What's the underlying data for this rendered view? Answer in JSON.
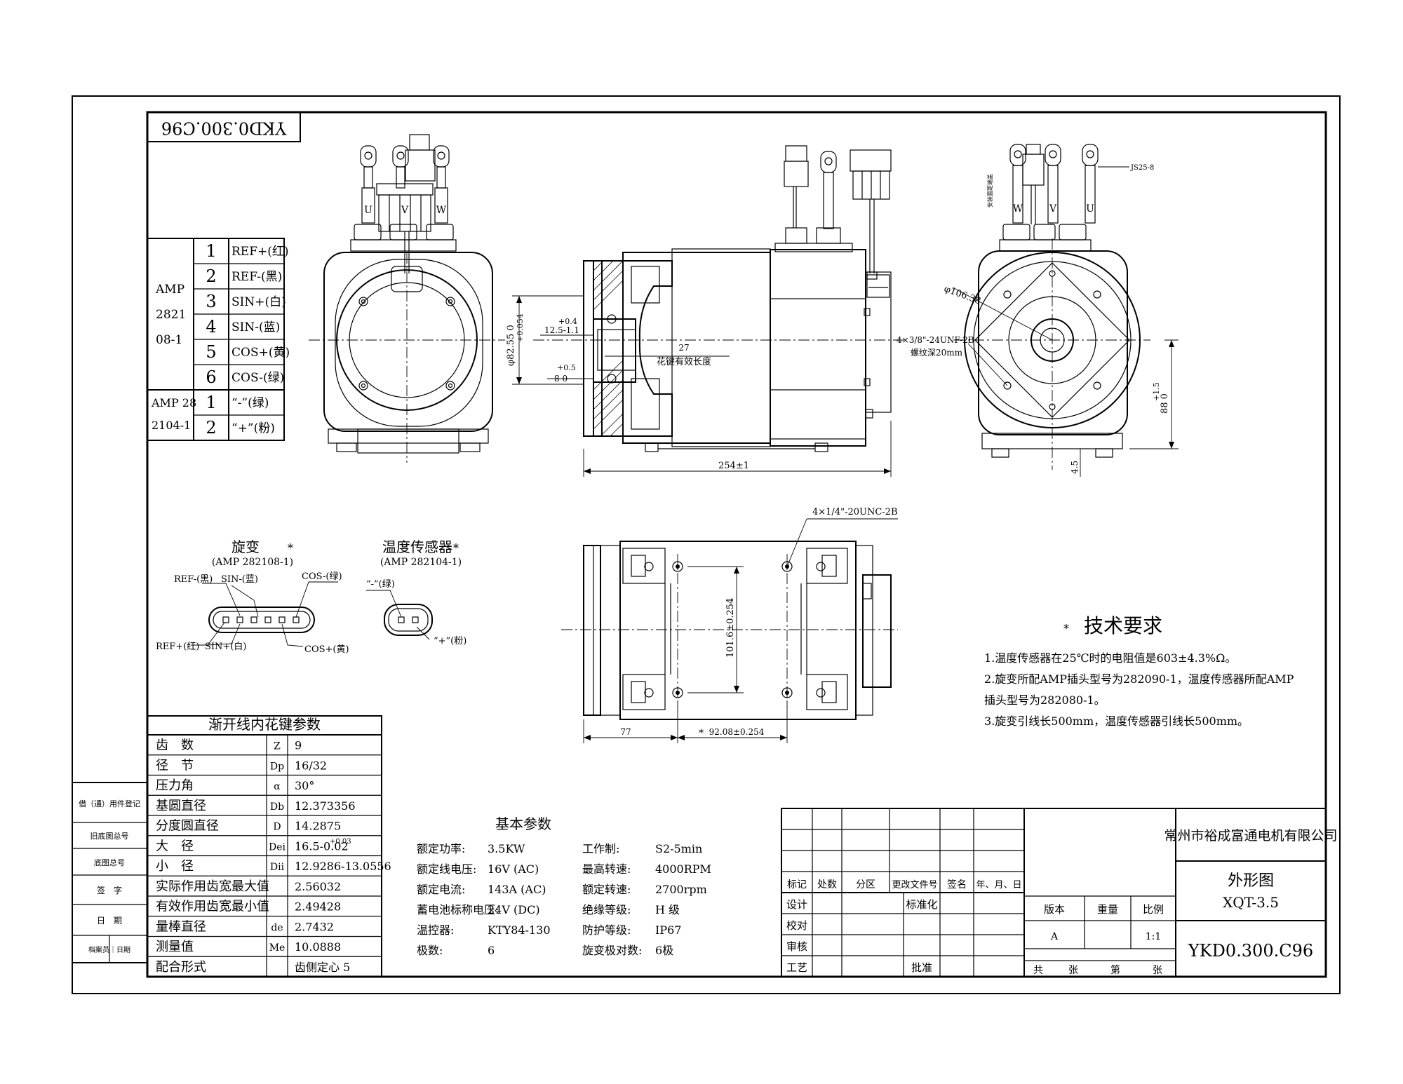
{
  "title_stamp": "YKD0.300.C96",
  "phase_labels": [
    "U",
    "V",
    "W"
  ],
  "rear_phase_labels": [
    "W",
    "V",
    "U"
  ],
  "connector_table": {
    "groups": [
      {
        "name_lines": [
          "AMP",
          "2821",
          "08-1"
        ],
        "pins": [
          {
            "no": "1",
            "signal": "REF+(红)"
          },
          {
            "no": "2",
            "signal": "REF-(黑)"
          },
          {
            "no": "3",
            "signal": "SIN+(白)"
          },
          {
            "no": "4",
            "signal": "SIN-(蓝)"
          },
          {
            "no": "5",
            "signal": "COS+(黄)"
          },
          {
            "no": "6",
            "signal": "COS-(绿)"
          }
        ]
      },
      {
        "name_lines": [
          "AMP 28",
          "2104-1"
        ],
        "pins": [
          {
            "no": "1",
            "signal": "“-”(绿)"
          },
          {
            "no": "2",
            "signal": "“+”(粉)"
          }
        ]
      }
    ]
  },
  "side_dims": {
    "d_tol": "+0.054",
    "d_main": "φ82.55 0",
    "key_tol": "+0.4",
    "key_main": "12.5-1.1",
    "key2_tol": "+0.5",
    "key2_main": "8 0",
    "spline_len": "27",
    "spline_len_note": "花键有效长度",
    "length": "254±1"
  },
  "rear_dims": {
    "note": "JS25-8",
    "bolt_circle": "φ106.38",
    "thread_1": "4×3/8\"-24UNF-2B",
    "thread_2": "螺纹深20mm",
    "height_tol": "+1.5",
    "height": "88 0",
    "foot": "4.5",
    "vertical_note": "安装面距端盖"
  },
  "bottom_dims": {
    "thread": "4×1/4\"-20UNC-2B",
    "span": "101.6±0.254",
    "offset": "77",
    "hole_dist": "92.08±0.254"
  },
  "resolver_connector": {
    "title": "旋变",
    "model": "(AMP 282108-1)",
    "labels": [
      "REF-(黑)",
      "SIN-(蓝)",
      "COS-(绿)",
      "REF+(红)",
      "SIN+(白)",
      "COS+(黄)"
    ]
  },
  "temp_connector": {
    "title": "温度传感器",
    "model": "(AMP 282104-1)",
    "labels": [
      "“-”(绿)",
      "“+”(粉)"
    ]
  },
  "star": "*",
  "tech_req": {
    "title": "技术要求",
    "lines": [
      "1.温度传感器在25℃时的电阻值是603±4.3%Ω。",
      "2.旋变所配AMP插头型号为282090-1，温度传感器所配AMP",
      "插头型号为282080-1。",
      "3.旋变引线长500mm，温度传感器引线长500mm。"
    ]
  },
  "spline_table": {
    "title": "渐开线内花键参数",
    "rows": [
      [
        "齿　数",
        "Z",
        "9"
      ],
      [
        "径　节",
        "Dp",
        "16/32"
      ],
      [
        "压力角",
        "α",
        "30°"
      ],
      [
        "基圆直径",
        "Db",
        "12.373356"
      ],
      [
        "分度圆直径",
        "D",
        "14.2875"
      ],
      [
        "大　径",
        "Dei",
        "16.5-0.02"
      ],
      [
        "小　径",
        "Dii",
        "12.9286-13.0556"
      ],
      [
        "实际作用齿宽最大值",
        "",
        "2.56032"
      ],
      [
        "有效作用齿宽最小值",
        "",
        "2.49428"
      ],
      [
        "量棒直径",
        "de",
        "2.7432"
      ],
      [
        "测量值",
        "Me",
        "10.0888"
      ],
      [
        "配合形式",
        "",
        "齿侧定心 5"
      ]
    ],
    "tol_sup": "+0.03"
  },
  "left_side_table": [
    "借（通）用件登记",
    "旧底图总号",
    "底图总号",
    "签　字",
    "日　期",
    "档案员｜日期"
  ],
  "basic_params": {
    "title": "基本参数",
    "rows": [
      [
        "额定功率:",
        "3.5KW",
        "工作制:",
        "S2-5min"
      ],
      [
        "额定线电压:",
        "16V (AC)",
        "最高转速:",
        "4000RPM"
      ],
      [
        "额定电流:",
        "143A (AC)",
        "额定转速:",
        "2700rpm"
      ],
      [
        "蓄电池标称电压:",
        "24V (DC)",
        "绝缘等级:",
        "H 级"
      ],
      [
        "温控器:",
        "KTY84-130",
        "防护等级:",
        "IP67"
      ],
      [
        "极数:",
        "6",
        "旋变极对数:",
        "6极"
      ]
    ]
  },
  "title_block": {
    "company": "常州市裕成富通电机有限公司",
    "drawing_name": "外形图",
    "model": "XQT-3.5",
    "number": "YKD0.300.C96",
    "rev_headers": [
      "标记",
      "处数",
      "分区",
      "更改文件号",
      "签名",
      "年、月、日"
    ],
    "roles": [
      "设计",
      "校对",
      "审核",
      "工艺"
    ],
    "std_label": "标准化",
    "approve_label": "批准",
    "meta_headers": [
      "版本",
      "重量",
      "比例"
    ],
    "meta_values": [
      "A",
      "",
      "1:1"
    ],
    "sheet_labels": [
      "共",
      "张",
      "第",
      "张"
    ]
  }
}
